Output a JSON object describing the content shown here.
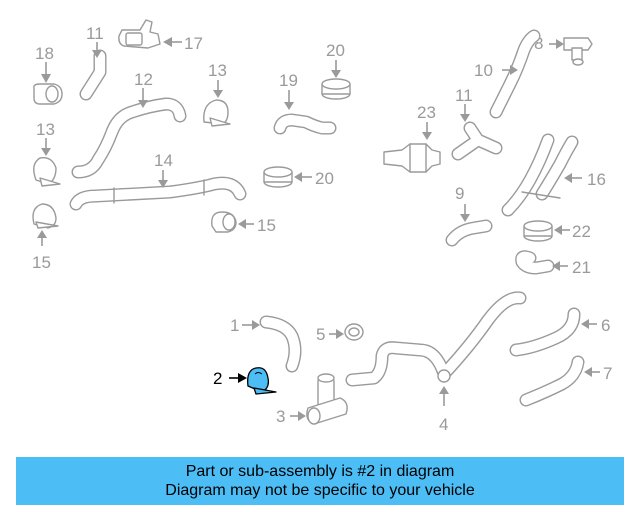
{
  "labels": {
    "l18": "18",
    "l11a": "11",
    "l17": "17",
    "l20a": "20",
    "l8": "8",
    "l12": "12",
    "l13a": "13",
    "l19": "19",
    "l10": "10",
    "l13b": "13",
    "l23": "23",
    "l11b": "11",
    "l14": "14",
    "l20b": "20",
    "l16": "16",
    "l15a": "15",
    "l15b": "15",
    "l9": "9",
    "l22": "22",
    "l21": "21",
    "l1": "1",
    "l5": "5",
    "l6": "6",
    "l2": "2",
    "l7": "7",
    "l3": "3",
    "l4": "4"
  },
  "highlighted_part": "2",
  "colors": {
    "highlight": "#4dbdf5",
    "lines": "#9a9a9a",
    "banner": "#4dbdf5"
  },
  "banner": {
    "line1": "Part or sub-assembly is #2 in diagram",
    "line2": "Diagram may not be specific to your vehicle"
  }
}
